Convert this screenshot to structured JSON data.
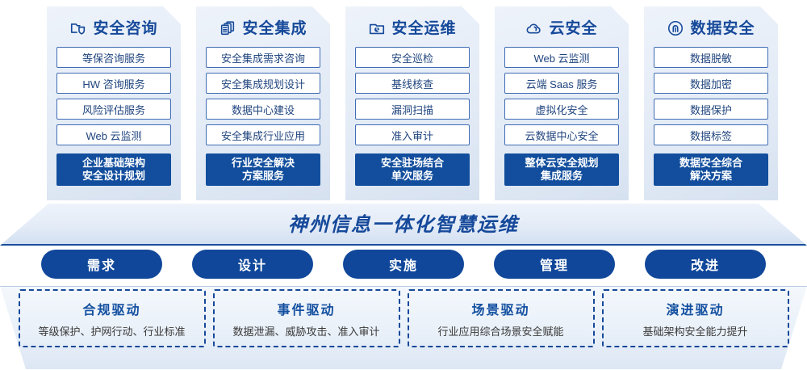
{
  "pillars": [
    {
      "icon": "folder-shield-icon",
      "title": "安全咨询",
      "items": [
        "等保咨询服务",
        "HW 咨询服务",
        "风险评估服务",
        "Web 云监测"
      ],
      "highlight": {
        "line1": "企业基础架构",
        "line2": "安全设计规划"
      }
    },
    {
      "icon": "documents-stack-icon",
      "title": "安全集成",
      "items": [
        "安全集成需求咨询",
        "安全集成规划设计",
        "数据中心建设",
        "安全集成行业应用"
      ],
      "highlight": {
        "line1": "行业安全解决",
        "line2": "方案服务"
      }
    },
    {
      "icon": "monitor-chart-icon",
      "title": "安全运维",
      "items": [
        "安全巡检",
        "基线核查",
        "漏洞扫描",
        "准入审计"
      ],
      "highlight": {
        "line1": "安全驻场结合",
        "line2": "单次服务"
      }
    },
    {
      "icon": "cloud-icon",
      "title": "云安全",
      "items": [
        "Web 云监测",
        "云端 Saas 服务",
        "虚拟化安全",
        "云数据中心安全"
      ],
      "highlight": {
        "line1": "整体云安全规划",
        "line2": "集成服务"
      }
    },
    {
      "icon": "fingerprint-icon",
      "title": "数据安全",
      "items": [
        "数据脱敏",
        "数据加密",
        "数据保护",
        "数据标签"
      ],
      "highlight": {
        "line1": "数据安全综合",
        "line2": "解决方案"
      }
    }
  ],
  "banner": {
    "text": "神州信息一体化智慧运维"
  },
  "pills": [
    {
      "label": "需求"
    },
    {
      "label": "设计"
    },
    {
      "label": "实施"
    },
    {
      "label": "管理"
    },
    {
      "label": "改进"
    }
  ],
  "drivers": [
    {
      "title": "合规驱动",
      "desc": "等级保护、护网行动、行业标准"
    },
    {
      "title": "事件驱动",
      "desc": "数据泄漏、威胁攻击、准入审计"
    },
    {
      "title": "场景驱动",
      "desc": "行业应用综合场景安全赋能"
    },
    {
      "title": "演进驱动",
      "desc": "基础架构安全能力提升"
    }
  ],
  "colors": {
    "brand_blue": "#16499a",
    "solid_blue": "#124e9d",
    "pill_blue": "#10479a",
    "box_border": "#3f6cb4",
    "item_text": "#20457f"
  }
}
